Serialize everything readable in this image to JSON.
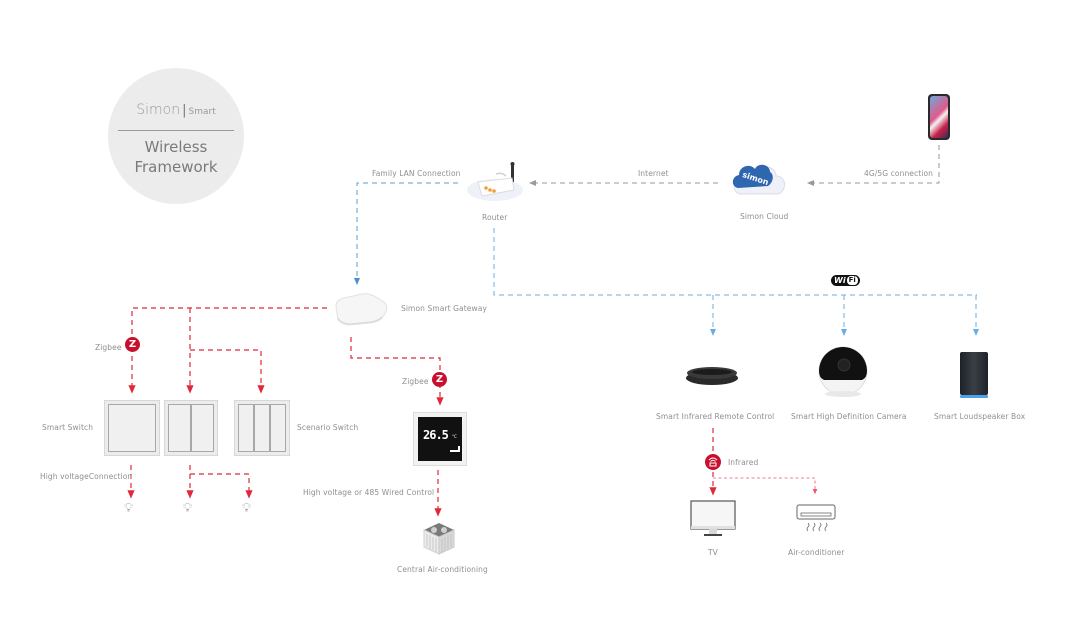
{
  "title_badge": {
    "brand_main": "Simon",
    "brand_sub": "Smart",
    "line1": "Wireless",
    "line2": "Framework"
  },
  "colors": {
    "wifi_line": "#6aaee0",
    "lan_line": "#5b9fd6",
    "gray_line": "#9a9a9a",
    "zigbee_line": "#e0283a",
    "infrared_line": "#e85a6a",
    "zigbee_badge": "#c8102e",
    "cloud_blue": "#2f66b0"
  },
  "nodes": {
    "router": {
      "label": "Router",
      "icon": "router-icon"
    },
    "cloud": {
      "label": "Simon Cloud",
      "icon": "cloud-icon"
    },
    "phone": {
      "label": "",
      "icon": "smartphone-icon"
    },
    "gateway": {
      "label": "Simon Smart Gateway",
      "icon": "gateway-icon"
    },
    "smart_switch": {
      "label": "Smart Switch",
      "icon": "switch-icon"
    },
    "scenario_switch": {
      "label": "Scenario Switch",
      "icon": "scenario-switch-icon"
    },
    "thermostat": {
      "label": "",
      "icon": "thermostat-icon",
      "display_temp": "26.5",
      "display_unit": "°C"
    },
    "central_ac": {
      "label": "Central Air-conditioning",
      "icon": "central-ac-icon"
    },
    "ir_remote": {
      "label": "Smart Infrared Remote Control",
      "icon": "ir-remote-icon"
    },
    "camera": {
      "label": "Smart High Definition Camera",
      "icon": "camera-icon"
    },
    "speaker": {
      "label": "Smart Loudspeaker Box",
      "icon": "speaker-icon"
    },
    "tv": {
      "label": "TV",
      "icon": "tv-icon"
    },
    "air_conditioner": {
      "label": "Air-conditioner",
      "icon": "air-conditioner-icon"
    },
    "bulbs": [
      "bulb-icon",
      "bulb-icon",
      "bulb-icon"
    ]
  },
  "connections": {
    "family_lan": "Family LAN Connection",
    "internet": "Internet",
    "mobile": "4G/5G connection",
    "zigbee_left": "Zigbee",
    "zigbee_right": "Zigbee",
    "high_voltage": "High voltageConnection",
    "wired_control": "High voltage or 485 Wired Control",
    "infrared": "Infrared",
    "wifi_badge": {
      "wi": "Wi",
      "fi": "Fi"
    }
  }
}
